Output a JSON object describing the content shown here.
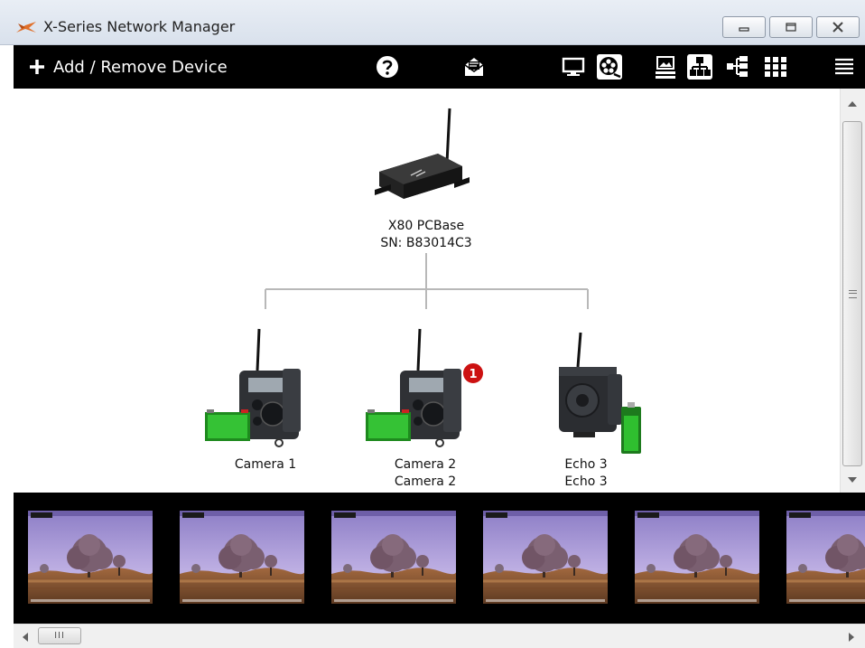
{
  "window": {
    "title": "X-Series Network Manager"
  },
  "toolbar": {
    "add_remove_label": "Add / Remove Device",
    "icons": [
      "plus-icon",
      "help-icon",
      "mail-icon",
      "monitor-icon",
      "film-reel-icon",
      "image-list-icon",
      "network-tree-icon",
      "hierarchy-icon",
      "grid-icon",
      "menu-icon"
    ]
  },
  "network": {
    "base": {
      "name": "X80 PCBase",
      "serial": "SN: B83014C3"
    },
    "devices": [
      {
        "line1": "Camera 1",
        "line2": ""
      },
      {
        "line1": "Camera 2",
        "line2": "Camera 2",
        "badge": "1"
      },
      {
        "line1": "Echo 3",
        "line2": "Echo 3"
      }
    ]
  },
  "scrollbar": {
    "grip": "III"
  },
  "colors": {
    "toolbar_bg": "#000000",
    "battery_green": "#2fbf2f",
    "badge_red": "#cc1111",
    "tree_line": "#b8b8b8"
  }
}
